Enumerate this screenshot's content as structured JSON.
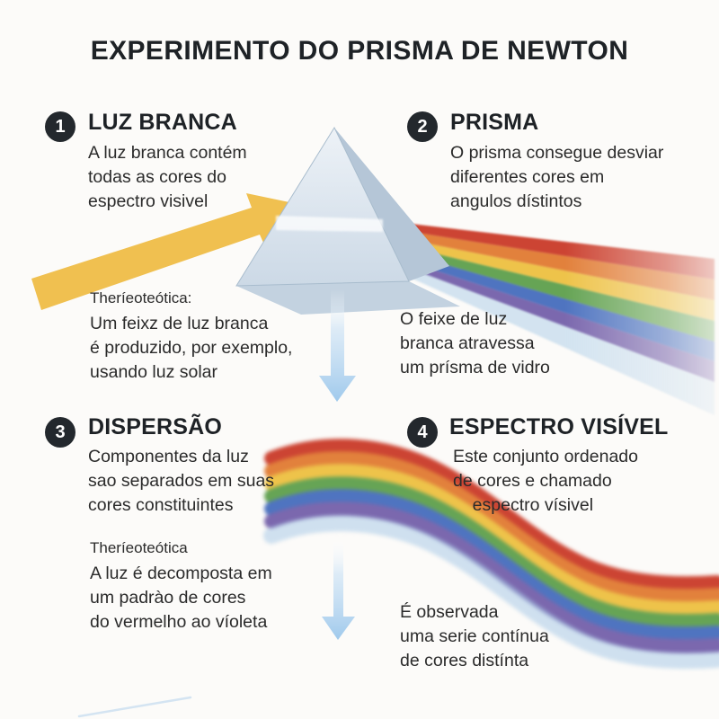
{
  "title": "EXPERIMENTO DO PRISMA DE NEWTON",
  "steps": [
    {
      "number": "1",
      "heading": "LUZ BRANCA",
      "body": "A luz branca contém\ntodas as cores do\nespectro visivel"
    },
    {
      "number": "2",
      "heading": "PRISMA",
      "body": "O prisma consegue desviar\ndiferentes cores em\nangulos dístintos"
    },
    {
      "number": "3",
      "heading": "DISPERSÃO",
      "body": "Componentes da luz\nsao separados em suas\ncores constituintes"
    },
    {
      "number": "4",
      "heading": "ESPECTRO VISÍVEL",
      "body": "Este conjunto ordenado\nde cores e chamado\n    espectro vísivel"
    }
  ],
  "notes": {
    "beam_label": "Theríeoteótica:",
    "beam_body": "Um feixz de luz branca\né produzido, por exemplo,\nusando luz solar",
    "prism_note": "O feixe de luz\nbranca atravessa\num prísma de vidro",
    "dispersion_label": "Theríeoteótica",
    "dispersion_body": "A luz é decomposta em\num padrào de cores\ndo vermelho ao víoleta",
    "spectrum_note": "É observada\numa serie contínua\nde cores distínta"
  },
  "icons": {
    "white_light_arrow": "yellow-beam-arrow",
    "flow_arrow": "blue-down-arrow",
    "prism": "glass-prism"
  },
  "colors": {
    "title_text": "#1e2226",
    "body_text": "#2b2b2b",
    "badge_bg": "#23282d",
    "badge_text": "#ffffff",
    "beam_yellow": "#f0c050",
    "prism_face_light": "#edf2f7",
    "prism_face": "#ccd9e6",
    "prism_face_dark": "#b5c6d7",
    "prism_base": "#c3d2e0",
    "prism_edge": "#a8bccd",
    "flow_arrow_blue": "#9fc9ec",
    "faint_line_blue": "#b9d5ec",
    "spectrum": [
      "#cc4433",
      "#e2813c",
      "#eec34a",
      "#66a455",
      "#4f74c0",
      "#7b68ae",
      "#aacbe8"
    ]
  }
}
